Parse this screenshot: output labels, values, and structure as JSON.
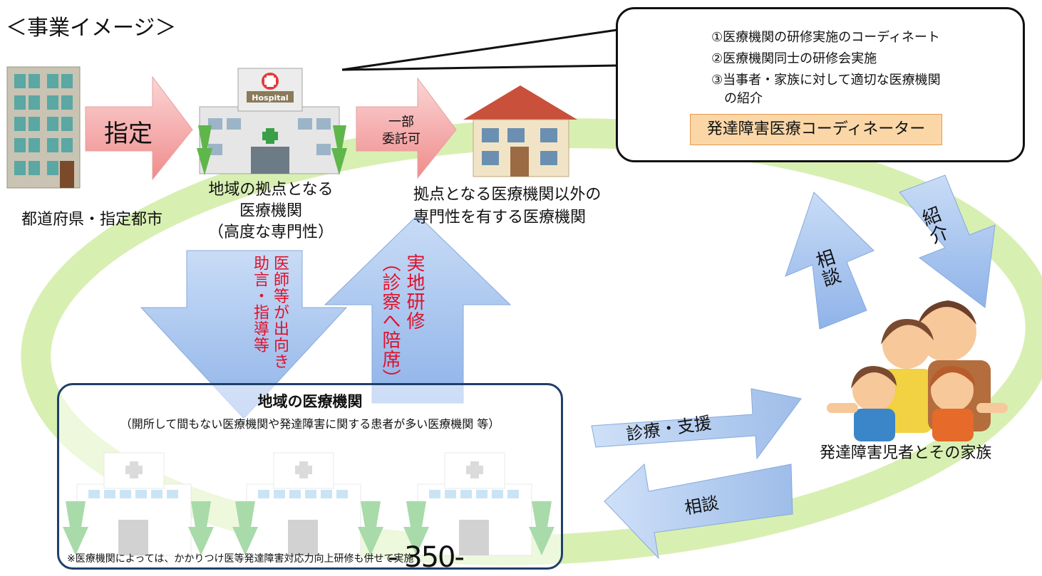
{
  "title": "＜事業イメージ＞",
  "labels": {
    "prefecture": "都道府県・指定都市",
    "hub_line1": "地域の拠点となる",
    "hub_line2": "医療機関",
    "hub_line3": "（高度な専門性）",
    "other_line1": "拠点となる医療機関以外の",
    "other_line2": "専門性を有する医療機関",
    "family": "発達障害児者とその家族"
  },
  "arrows": {
    "designate": "指定",
    "partial_line1": "一部",
    "partial_line2": "委託可",
    "dispatch_col1": "医師等が出向き",
    "dispatch_col2": "助言・指導等",
    "training_col1": "実地研修",
    "training_col2": "（診察へ陪席）",
    "consult_up": "相談",
    "introduce": "紹介",
    "care_support": "診療・支援",
    "consult_back": "相談"
  },
  "local": {
    "title": "地域の医療機関",
    "subtitle": "（開所して間もない医療機関や発達障害に関する患者が多い医療機関 等）",
    "note": "※医療機関によっては、かかりつけ医等発達障害対応力向上研修も併せて実施"
  },
  "coordinator": {
    "items": [
      "①医療機関の研修実施のコーディネート",
      "②医療機関同士の研修会実施",
      "③当事者・家族に対して適切な医療機関",
      "　の紹介"
    ],
    "role": "発達障害医療コーディネーター"
  },
  "hospital_sign": "Hospital",
  "page_number": "- 350-",
  "colors": {
    "ellipse": "#d8efb2",
    "pink_arrow": "#f4b3b3",
    "blue_arrow": "#a9c8f0",
    "red_text": "#e0102a",
    "box_border": "#1f3f6a",
    "coord_badge": "#fbd7a7"
  }
}
